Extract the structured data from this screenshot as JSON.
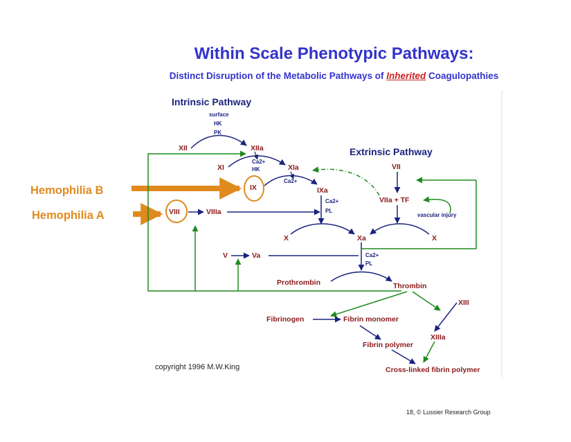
{
  "slide": {
    "title": "Within Scale Phenotypic Pathways:",
    "subtitle_pre": "Distinct Disruption of the Metabolic Pathways of ",
    "subtitle_emph": "Inherited",
    "subtitle_post": " Coagulopathies",
    "footer": "18, © Lussier Research Group"
  },
  "callouts": {
    "hemophilia_b": "Hemophilia B",
    "hemophilia_a": "Hemophilia A"
  },
  "diagram": {
    "intrinsic_title": "Intrinsic Pathway",
    "extrinsic_title": "Extrinsic Pathway",
    "surface": "surface",
    "hk": "HK",
    "pk": "PK",
    "xii": "XII",
    "xiia": "XIIa",
    "xi": "XI",
    "xia": "XIa",
    "ca_xi": "Ca2+",
    "hk_xi": "HK",
    "ix": "IX",
    "ixa": "IXa",
    "ca_ix": "Ca2+",
    "ca_ixa": "Ca2+",
    "pl_ixa": "PL",
    "viii": "VIII",
    "viiia": "VIIIa",
    "vii": "VII",
    "viia_tf": "VIIa + TF",
    "vascular_injury": "vascular injury",
    "x_left": "X",
    "x_right": "X",
    "xa": "Xa",
    "v": "V",
    "va": "Va",
    "ca_xa": "Ca2+",
    "pl_xa": "PL",
    "prothrombin": "Prothrombin",
    "thrombin": "Thrombin",
    "fibrinogen": "Fibrinogen",
    "fibrin_monomer": "Fibrin monomer",
    "fibrin_polymer": "Fibrin polymer",
    "xiii": "XIII",
    "xiiia": "XIIIa",
    "crosslinked": "Cross-linked fibrin polymer",
    "copyright": "copyright 1996 M.W.King"
  }
}
